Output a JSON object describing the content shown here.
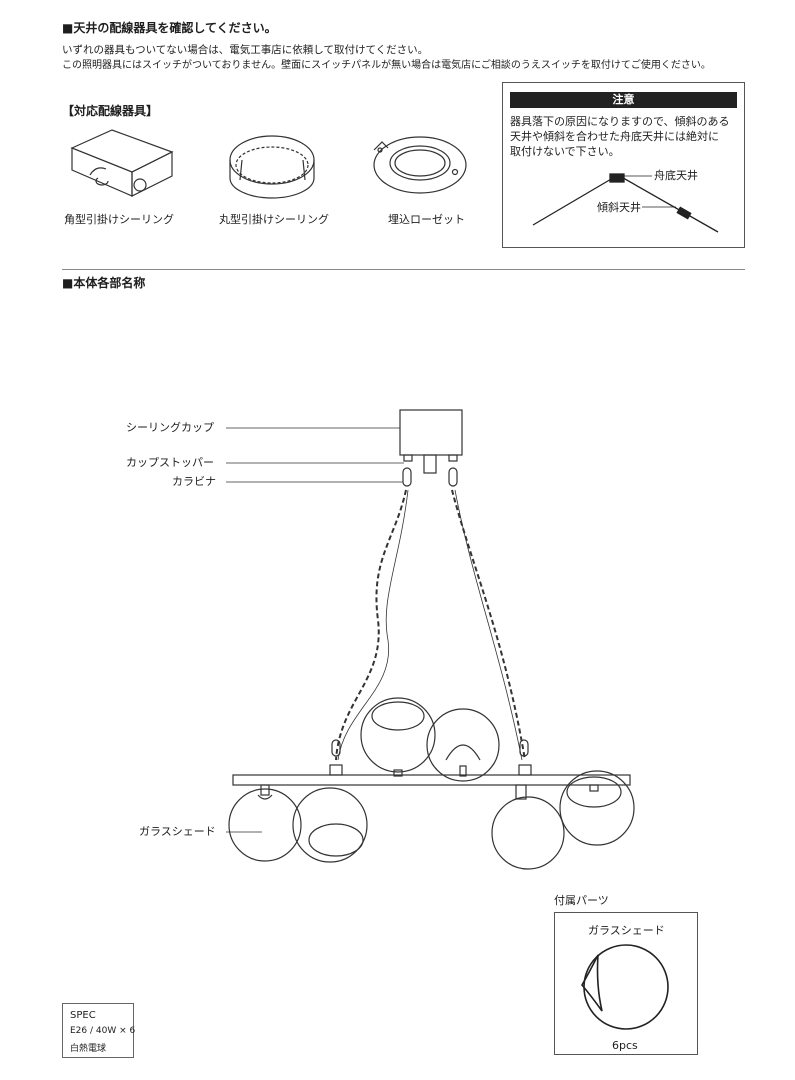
{
  "header": {
    "title": "■天井の配線器具を確認してください。",
    "line1": "いずれの器具もついてない場合は、電気工事店に依頼して取付けてください。",
    "line2": "この照明器具にはスイッチがついておりません。壁面にスイッチパネルが無い場合は電気店にご相談のうえスイッチを取付けてご使用ください。"
  },
  "fixtures": {
    "heading": "【対応配線器具】",
    "items": [
      {
        "label": "角型引掛けシーリング"
      },
      {
        "label": "丸型引掛けシーリング"
      },
      {
        "label": "埋込ローゼット"
      }
    ]
  },
  "caution": {
    "title": "注意",
    "body": "器具落下の原因になりますので、傾斜のある\n天井や傾斜を合わせた舟底天井には絶対に\n取付けないで下さい。",
    "label_boat": "舟底天井",
    "label_slope": "傾斜天井"
  },
  "parts": {
    "heading": "■本体各部名称",
    "ceiling_cup": "シーリングカップ",
    "cup_stopper": "カップストッパー",
    "carabiner": "カラビナ",
    "glass_shade": "ガラスシェード"
  },
  "spec": {
    "title": "SPEC",
    "line1": "E26 / 40W × 6",
    "line2": "白熱電球"
  },
  "accessories": {
    "heading": "付属パーツ",
    "item": "ガラスシェード",
    "count": "6pcs"
  },
  "colors": {
    "line": "#333333",
    "header_bar": "#222222"
  }
}
